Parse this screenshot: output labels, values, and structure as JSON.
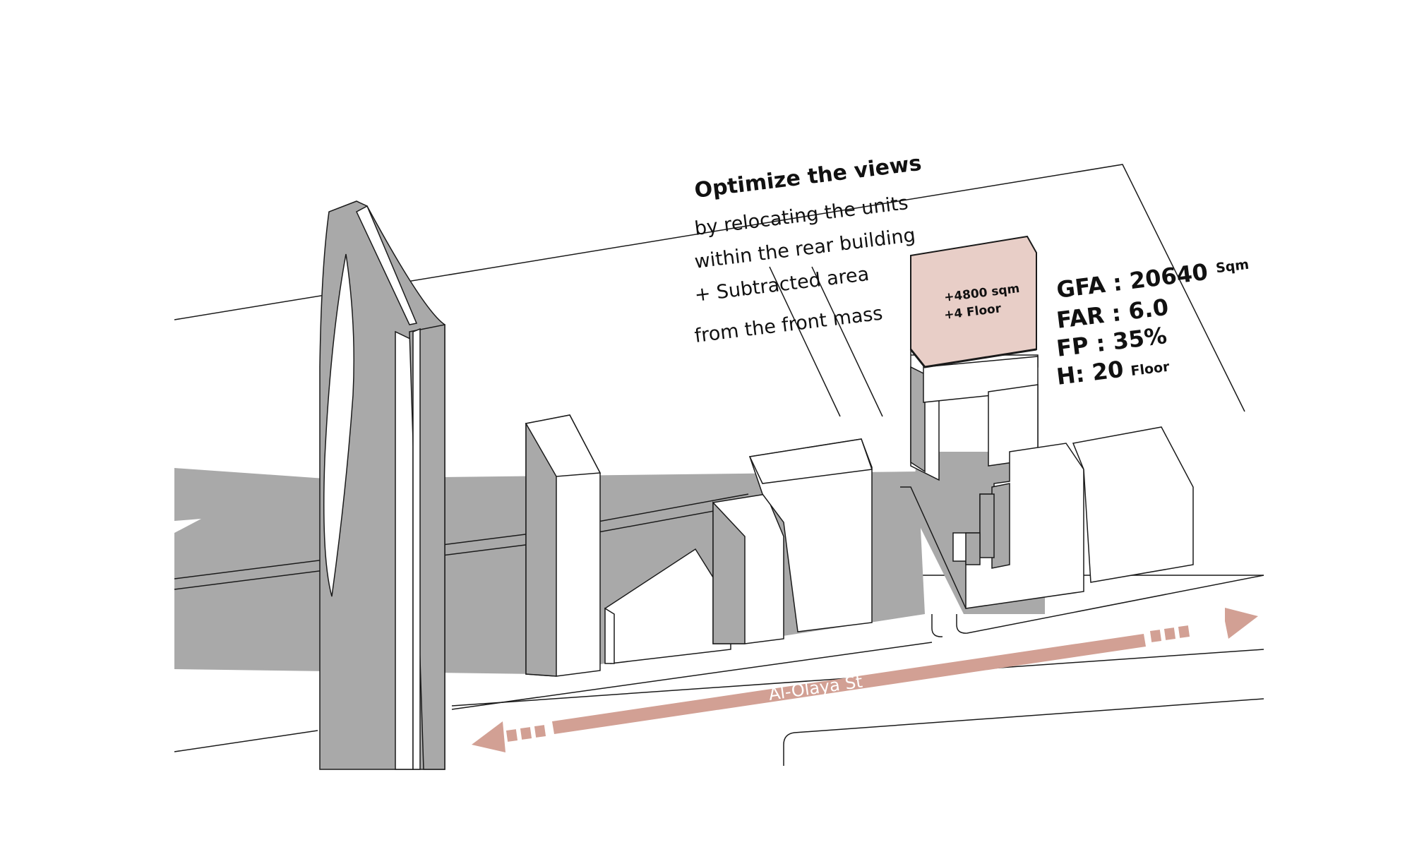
{
  "caption": {
    "heading": "Optimize the views",
    "lines": [
      "by relocating the units",
      "within the rear building",
      "+ Subtracted area",
      "from the front mass"
    ]
  },
  "added_block": {
    "area": "+4800 sqm",
    "floors": "+4 Floor"
  },
  "stats": {
    "gfa": {
      "label": "GFA : 20640",
      "unit": "Sqm"
    },
    "far": {
      "label": "FAR : 6.0"
    },
    "fp": {
      "label": "FP : 35%"
    },
    "h": {
      "label": "H: 20",
      "unit": "Floor"
    }
  },
  "street": {
    "name": "Al-Olaya St"
  },
  "colors": {
    "shadow": "#a9a9a9",
    "added_block": "#e8cec7",
    "street_arrow": "#d2a094",
    "line": "#1a1a1a"
  }
}
